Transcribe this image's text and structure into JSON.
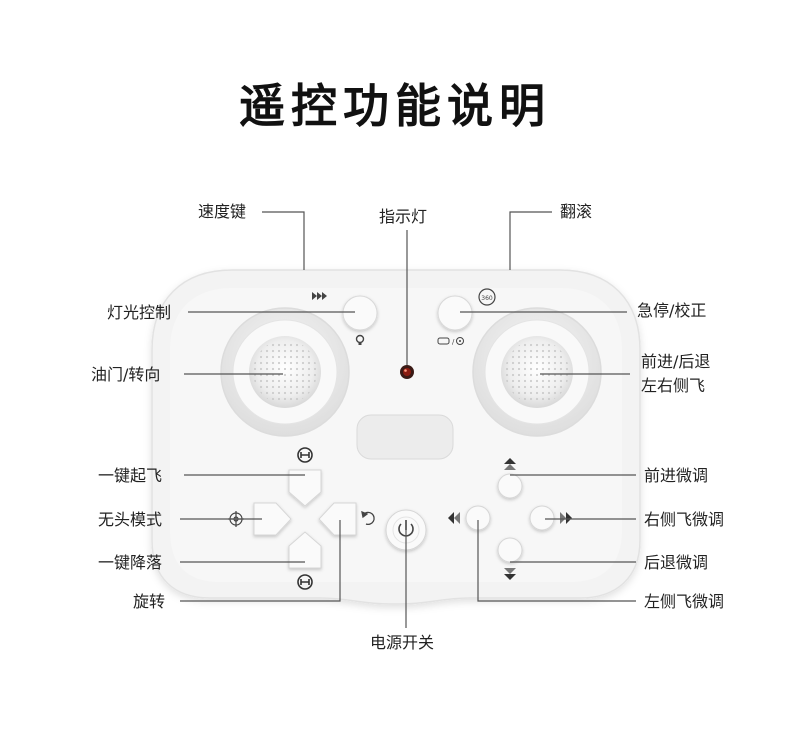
{
  "title": "遥控功能说明",
  "labels": {
    "speed_key": "速度键",
    "indicator": "指示灯",
    "flip": "翻滚",
    "light_control": "灯光控制",
    "emergency_stop": "急停/校正",
    "throttle": "油门/转向",
    "forward_back_line1": "前进/后退",
    "forward_back_line2": "左右侧飞",
    "takeoff": "一键起飞",
    "forward_trim": "前进微调",
    "headless": "无头模式",
    "right_side_trim": "右侧飞微调",
    "landing": "一键降落",
    "back_trim": "后退微调",
    "rotate": "旋转",
    "left_side_trim": "左侧飞微调",
    "power": "电源开关"
  },
  "icons": {
    "speed": "fast-forward-icon",
    "flip360": "flip-360-icon",
    "bulb": "light-bulb-icon",
    "calibrate": "calibrate-icon",
    "drone_top": "drone-icon",
    "drone_bottom": "drone-icon",
    "headless": "target-icon",
    "rotate": "rotate-icon",
    "power": "power-icon"
  },
  "colors": {
    "controller_body": "#f2f2f2",
    "leader_line": "#555555",
    "indicator_led": "#8a1b10"
  }
}
